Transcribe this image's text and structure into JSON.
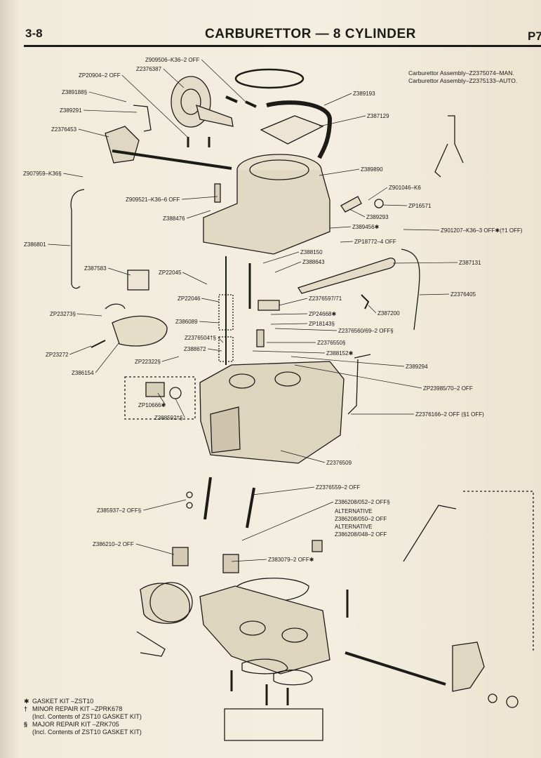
{
  "header": {
    "page_ref": "3-8",
    "title": "CARBURETTOR — 8 CYLINDER",
    "section_code": "P7"
  },
  "assembly_notes": [
    "Carburettor Assembly–Z2375074–MAN.",
    "Carburettor Assembly–Z2375133–AUTO."
  ],
  "callouts": [
    "Z909506–K36–2 OFF",
    "ZP20904–2 OFF",
    "Z2376387",
    "Z389188§",
    "Z389291",
    "Z2376453",
    "Z389193",
    "Z387129",
    "Z389890",
    "Z907959–K36§",
    "Z901046–K6",
    "Z909521–K36–6 OFF",
    "ZP16571",
    "Z389293",
    "Z388476",
    "Z389456✱",
    "Z901207–K36–3 OFF✱(†1 OFF)",
    "Z386801",
    "ZP18772–4 OFF",
    "Z388150",
    "Z388643",
    "Z387131",
    "Z387583",
    "ZP22045",
    "Z2376405",
    "ZP22046",
    "Z2376597/71",
    "ZP24668✱",
    "Z387200",
    "ZP23273§",
    "Z386089",
    "ZP18143§",
    "Z2376560/69–2 OFF§",
    "Z2376504†§",
    "Z2376550§",
    "Z388672",
    "ZP23272",
    "Z388152✱",
    "ZP22322§",
    "Z389294",
    "Z386154",
    "ZP23985/70–2 OFF",
    "ZP10666✱",
    "Z388592†§",
    "Z2376166–2 OFF (§1 OFF)",
    "Z2376509",
    "Z2376559–2 OFF",
    "Z385937–2 OFF§",
    "Z386208/052–2 OFF§",
    "ALTERNATIVE",
    "Z386208/050–2 OFF",
    "ALTERNATIVE",
    "Z386208/048–2 OFF",
    "Z386210–2 OFF",
    "Z383079–2 OFF✱"
  ],
  "legend": [
    {
      "symbol": "✱",
      "text": "GASKET KIT   –ZST10",
      "note": ""
    },
    {
      "symbol": "†",
      "text": "MINOR REPAIR KIT –ZPRK678",
      "note": "(Incl. Contents of ZST10 GASKET KIT)"
    },
    {
      "symbol": "§",
      "text": "MAJOR REPAIR KIT –ZRK705",
      "note": "(Incl. Contents of ZST10 GASKET KIT)"
    }
  ]
}
